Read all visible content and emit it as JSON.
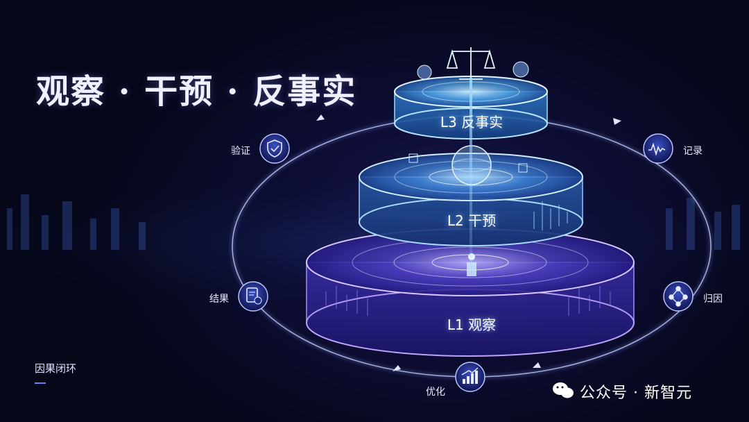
{
  "title": "观察 · 干预 · 反事实",
  "subtitle": "因果闭环",
  "tiers": {
    "l3": "L3 反事实",
    "l2": "L2 干预",
    "l1": "L1 观察"
  },
  "cycle_nodes": {
    "verify": "验证",
    "record": "记录",
    "result": "结果",
    "attribute": "归因",
    "optimize": "优化"
  },
  "watermark": "公众号 · 新智元",
  "colors": {
    "background": "#05061a",
    "glow_blue": "#5fb4ff",
    "glow_violet": "#8b6bff",
    "accent": "#6f7dff"
  }
}
